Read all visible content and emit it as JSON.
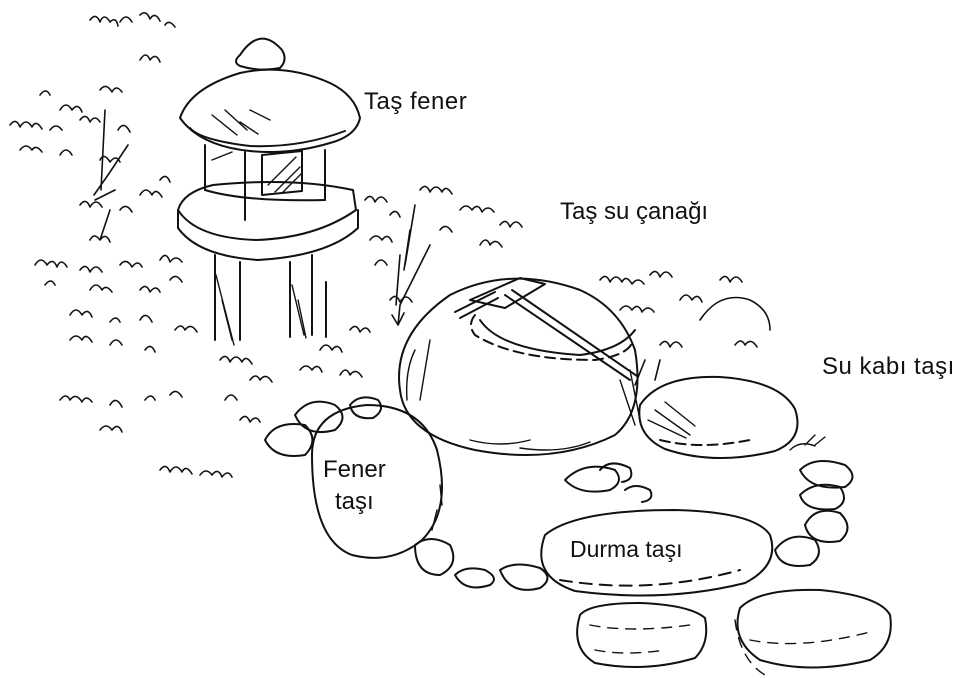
{
  "labels": {
    "tas_fener": "Taş fener",
    "tas_su_canagi": "Taş su çanağı",
    "su_kabi_tasi": "Su kabı taşı",
    "fener_tasi_line1": "Fener",
    "fener_tasi_line2": "taşı",
    "durma_tasi": "Durma taşı"
  },
  "colors": {
    "ink": "#111111",
    "paper": "#ffffff"
  }
}
